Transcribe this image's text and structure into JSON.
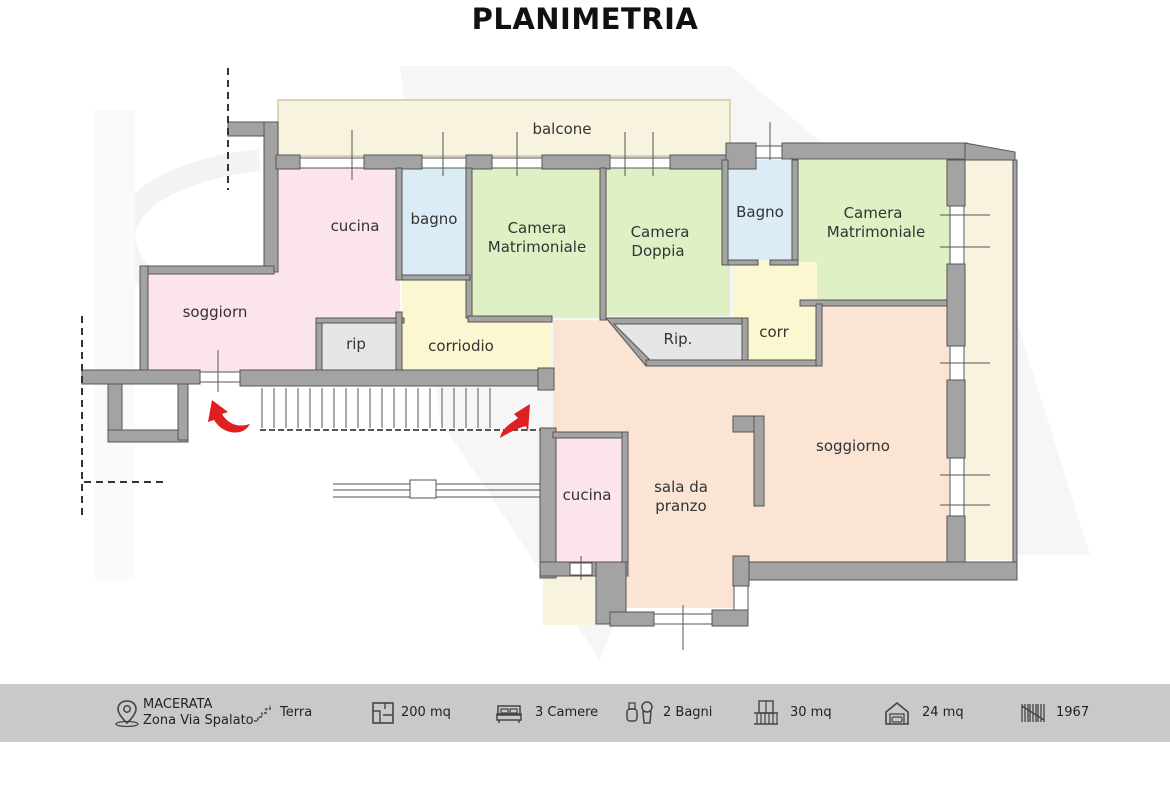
{
  "title": "PLANIMETRIA",
  "rooms": {
    "balcone": "balcone",
    "cucina_left": "cucina",
    "bagno_left": "bagno",
    "camera_matr_1": [
      "Camera",
      "Matrimoniale"
    ],
    "camera_doppia": [
      "Camera",
      "Doppia"
    ],
    "bagno_right": "Bagno",
    "camera_matr_2": [
      "Camera",
      "Matrimoniale"
    ],
    "soggiorno_left": "soggiorn",
    "rip_left": "rip",
    "corridoio": "corriodio",
    "rip_right": "Rip.",
    "corr": "corr",
    "soggiorno": "soggiorno",
    "cucina_right": "cucina",
    "sala_da_pranzo": [
      "sala da",
      "pranzo"
    ]
  },
  "colors": {
    "pink": "#fce4ec",
    "blue": "#dcecf6",
    "green": "#dff0c4",
    "yellow": "#fbf7d0",
    "grey": "#e6e6e6",
    "peach": "#fbe4d4",
    "beige": "#f8f3df",
    "wall": "#a3a3a3",
    "arrow": "#e02020",
    "footer_bg": "#c9c9c9"
  },
  "footer": {
    "location_city": "MACERATA",
    "location_zone": "Zona Via Spalato",
    "floor": "Terra",
    "area": "200 mq",
    "bedrooms": "3 Camere",
    "bathrooms": "2 Bagni",
    "balcony": "30 mq",
    "garage": "24 mq",
    "year": "1967"
  },
  "icons": [
    "location-pin-icon",
    "stairs-icon",
    "floorplan-icon",
    "bed-icon",
    "bathroom-icon",
    "balcony-icon",
    "garage-icon",
    "calendar-year-icon"
  ]
}
